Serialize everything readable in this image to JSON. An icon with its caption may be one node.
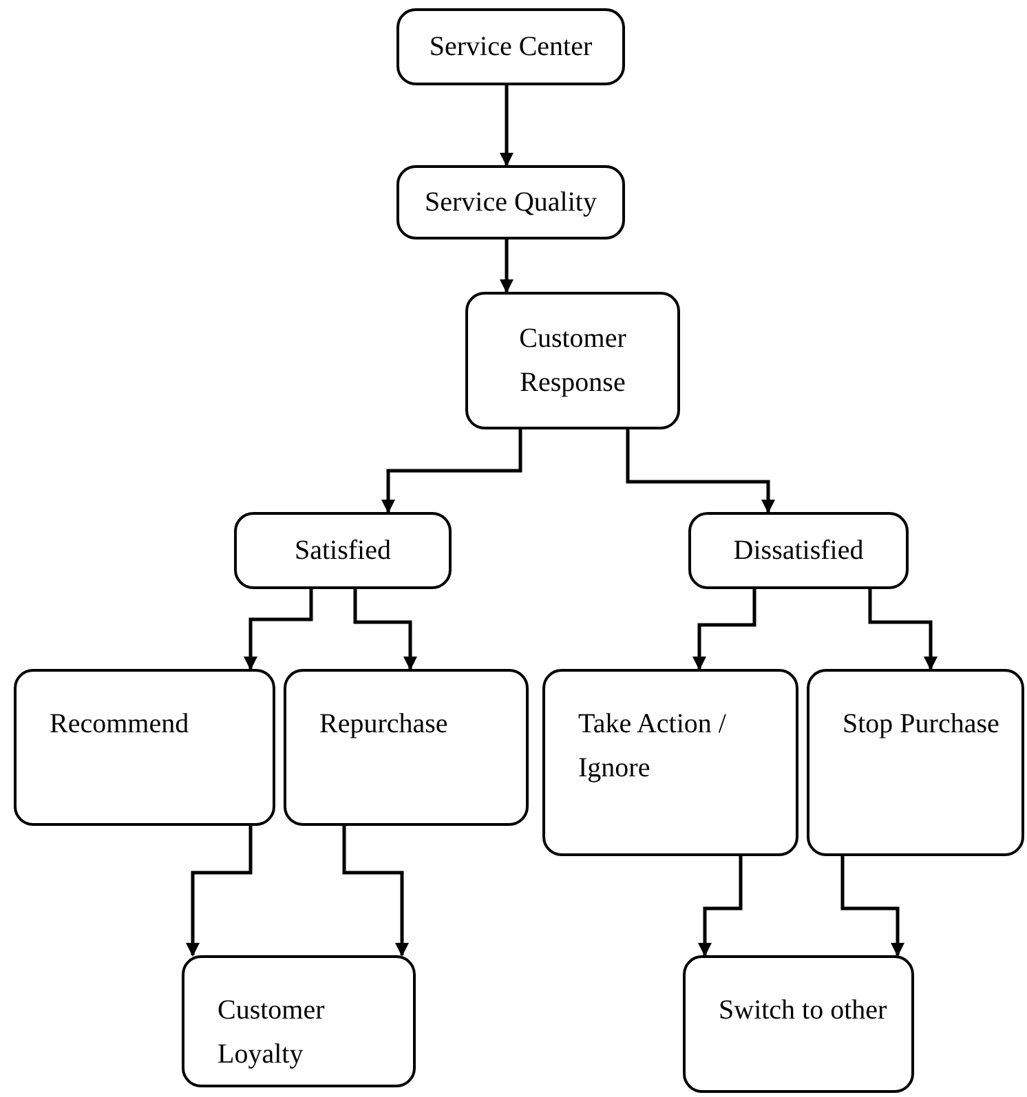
{
  "diagram": {
    "nodes": [
      {
        "text": [
          "Service Center"
        ]
      },
      {
        "text": [
          "Service Quality"
        ]
      },
      {
        "text": [
          "Customer Response"
        ]
      },
      {
        "text": [
          "Satisfied"
        ]
      },
      {
        "text": [
          "Dissatisfied"
        ]
      },
      {
        "text": [
          "Recommend"
        ]
      },
      {
        "text": [
          "Repurchase"
        ]
      },
      {
        "text": [
          "Take Action / Ignore"
        ]
      },
      {
        "text": [
          "Stop Purchase"
        ]
      },
      {
        "text": [
          "Customer Loyalty"
        ]
      },
      {
        "text": [
          "Switch to other"
        ]
      }
    ],
    "edges": [
      {
        "from": 0,
        "to": 1,
        "arrow": "to"
      },
      {
        "from": 1,
        "to": 2,
        "arrow": "to"
      },
      {
        "from": 2,
        "to": 3,
        "arrow": "to"
      },
      {
        "from": 2,
        "to": 4,
        "arrow": "to"
      },
      {
        "from": 3,
        "to": 5,
        "arrow": "to"
      },
      {
        "from": 3,
        "to": 6,
        "arrow": "to"
      },
      {
        "from": 4,
        "to": 7,
        "arrow": "to"
      },
      {
        "from": 4,
        "to": 8,
        "arrow": "to"
      },
      {
        "from": 5,
        "to": 9,
        "arrow": "to"
      },
      {
        "from": 6,
        "to": 9,
        "arrow": "to"
      },
      {
        "from": 7,
        "to": 10,
        "arrow": "to"
      },
      {
        "from": 8,
        "to": 10,
        "arrow": "to"
      }
    ]
  }
}
